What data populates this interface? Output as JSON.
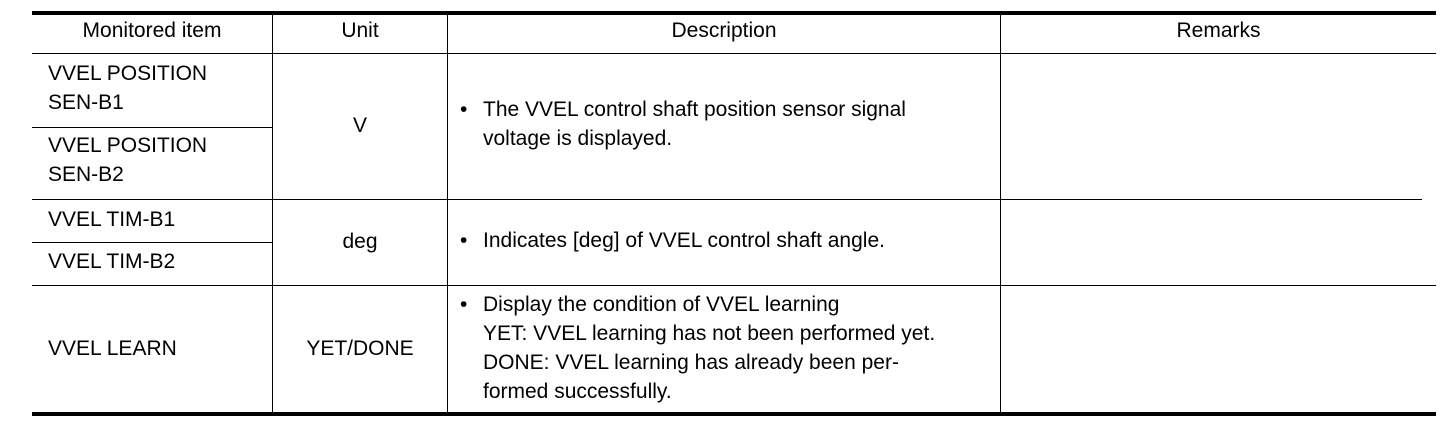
{
  "headers": {
    "item": "Monitored item",
    "unit": "Unit",
    "description": "Description",
    "remarks": "Remarks"
  },
  "groups": [
    {
      "items": [
        {
          "line1": "VVEL POSITION",
          "line2": "SEN-B1"
        },
        {
          "line1": "VVEL POSITION",
          "line2": "SEN-B2"
        }
      ],
      "unit": "V",
      "description": [
        "The VVEL control shaft position sensor signal",
        "voltage is displayed."
      ],
      "remarks": ""
    },
    {
      "items": [
        {
          "line1": "VVEL TIM-B1"
        },
        {
          "line1": "VVEL TIM-B2"
        }
      ],
      "unit": "deg",
      "description": [
        "Indicates [deg] of VVEL control shaft angle."
      ],
      "remarks": ""
    },
    {
      "items": [
        {
          "line1": "VVEL LEARN"
        }
      ],
      "unit": "YET/DONE",
      "description": [
        "Display the condition of VVEL learning",
        "YET: VVEL learning has not been performed yet.",
        "DONE: VVEL learning has already been per-",
        "formed successfully."
      ],
      "remarks": ""
    }
  ],
  "bullet_glyph": "•"
}
